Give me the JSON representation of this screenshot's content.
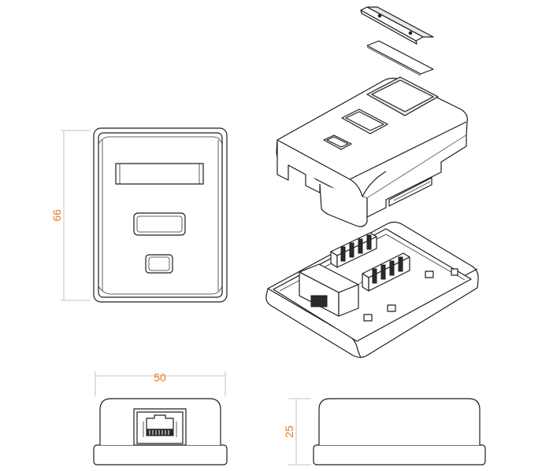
{
  "dimensions": {
    "height": "66",
    "width": "50",
    "depth": "25"
  },
  "colors": {
    "dimension_text": "#e8781e",
    "line": "#1d1d1d",
    "dimension_line": "#b3b3b3",
    "background": "#ffffff"
  }
}
